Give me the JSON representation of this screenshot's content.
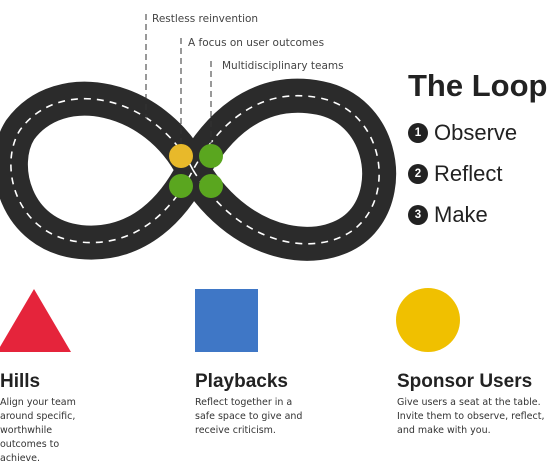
{
  "colors": {
    "track": "#2b2b2b",
    "dash": "#ffffff",
    "yellow": "#e8b92a",
    "green": "#5aa61f",
    "triangle": "#e5243b",
    "square": "#3f77c6",
    "circle": "#f0c000"
  },
  "diagram": {
    "callouts": [
      "Restless reinvention",
      "A focus on user outcomes",
      "Multidisciplinary teams"
    ]
  },
  "loop": {
    "title": "The Loop",
    "steps": [
      {
        "num": "1",
        "label": "Observe"
      },
      {
        "num": "2",
        "label": "Reflect"
      },
      {
        "num": "3",
        "label": "Make"
      }
    ]
  },
  "principles": [
    {
      "shape": "triangle",
      "title": "Hills",
      "description": "Align your team around specific, worthwhile outcomes to achieve."
    },
    {
      "shape": "square",
      "title": "Playbacks",
      "description": "Reflect together in a safe space to give and receive criticism."
    },
    {
      "shape": "circle",
      "title": "Sponsor Users",
      "description": "Give users a seat at the table. Invite them to observe, reflect, and make with you."
    }
  ]
}
